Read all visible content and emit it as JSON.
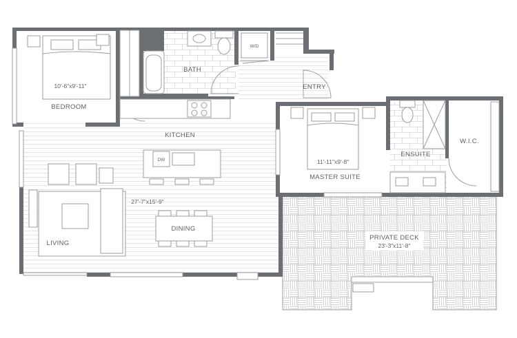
{
  "plan": {
    "rooms": {
      "bedroom": {
        "name": "BEDROOM",
        "dimensions": "10'-6\"x9'-11\""
      },
      "bath": {
        "name": "BATH"
      },
      "washer_dryer": {
        "name": "W/D"
      },
      "entry": {
        "name": "ENTRY"
      },
      "kitchen": {
        "name": "KITCHEN"
      },
      "dishwasher": {
        "name": "DW"
      },
      "master_suite": {
        "name": "MASTER SUITE",
        "dimensions": "11'-11\"x9'-8\""
      },
      "ensuite": {
        "name": "ENSUITE"
      },
      "walk_in_closet": {
        "name": "W.I.C."
      },
      "living_dining": {
        "dimensions": "27'-7\"x15'-9\""
      },
      "dining": {
        "name": "DINING"
      },
      "living": {
        "name": "LIVING"
      },
      "private_deck": {
        "name": "PRIVATE DECK",
        "dimensions": "23'-3\"x11'-8\""
      }
    },
    "colors": {
      "wall": "#6b6e72",
      "line": "#9a9da0",
      "fixture_fill": "#ffffff",
      "floor_hatch": "#cfd1d3",
      "text": "#5d6063"
    }
  }
}
